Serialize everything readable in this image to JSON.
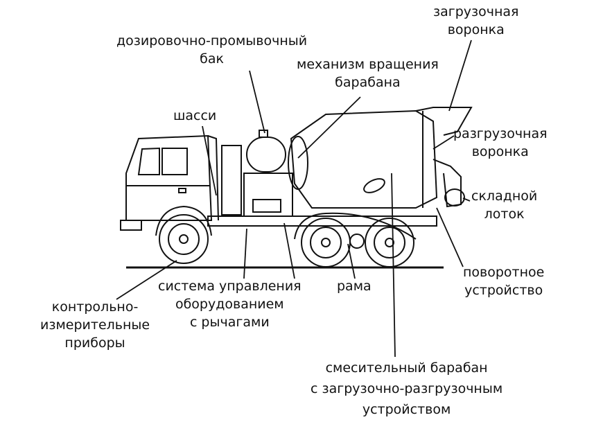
{
  "labels": {
    "loading_hopper": [
      "загрузочная",
      "воронка"
    ],
    "dosing_tank": [
      "дозировочно-промывочный",
      "бак"
    ],
    "drum_rotation": [
      "механизм вращения",
      "барабана"
    ],
    "chassis": [
      "шасси"
    ],
    "unloading_hopper": [
      "разгрузочная",
      "воронка"
    ],
    "folding_chute": [
      "складной",
      "лоток"
    ],
    "swivel_device": [
      "поворотное",
      "устройство"
    ],
    "control_system": [
      "система управления",
      "оборудованием",
      "с рычагами"
    ],
    "frame": [
      "рама"
    ],
    "instruments": [
      "контрольно-",
      "измерительные",
      "приборы"
    ],
    "mixing_drum": [
      "смесительный барабан",
      "с загрузочно-разгрузочным",
      "устройством"
    ]
  }
}
